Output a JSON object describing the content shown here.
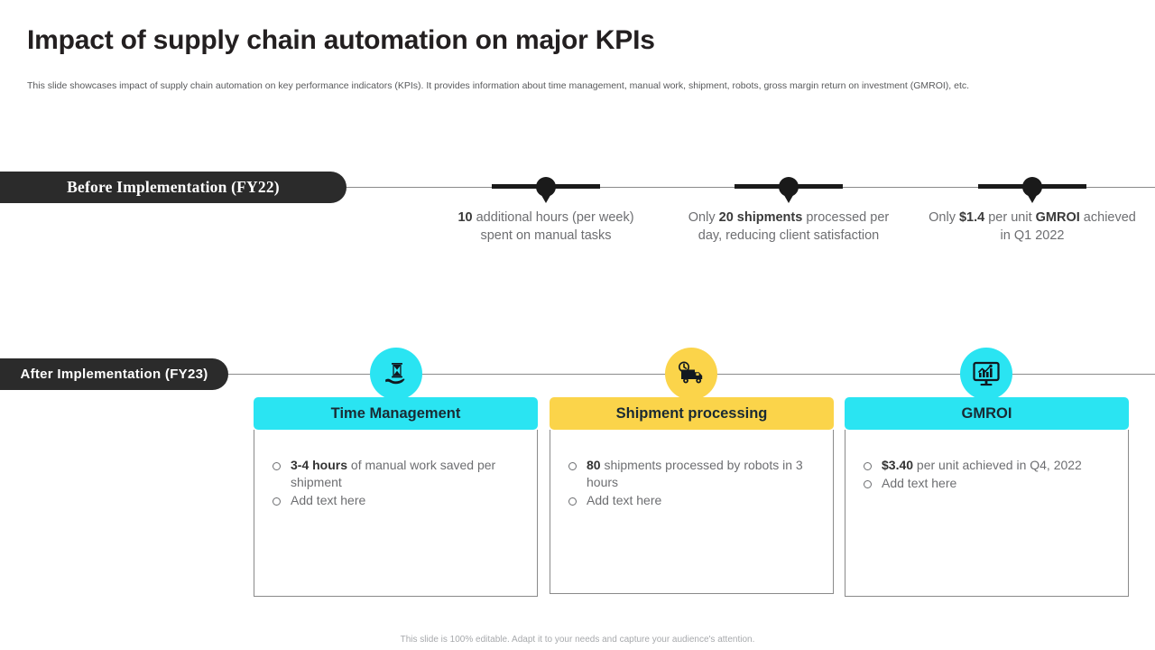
{
  "header": {
    "title": "Impact of supply chain automation on major KPIs",
    "subtitle": "This slide showcases impact of supply chain automation on key performance indicators (KPIs). It provides information about time management, manual work, shipment, robots, gross margin return on investment (GMROI),  etc."
  },
  "before": {
    "pill_label": "Before Implementation  (FY22)",
    "items": [
      {
        "lead": "10",
        "rest": " additional hours (per week) spent on manual tasks",
        "marker": "timeline-pin-marker"
      },
      {
        "lead": "Only ",
        "bold": "20 shipments",
        "rest": " processed per day, reducing client satisfaction",
        "marker": "timeline-pin-marker"
      },
      {
        "lead": "Only ",
        "bold": "$1.4",
        "mid": " per unit ",
        "bold2": "GMROI",
        "rest": " achieved in Q1 2022",
        "marker": "timeline-pin-marker"
      }
    ]
  },
  "after": {
    "pill_label": "After  Implementation  (FY23)",
    "cards": [
      {
        "title": "Time Management",
        "color": "#2ae4f2",
        "icon": "hourglass-on-hand-icon",
        "bullets": [
          {
            "bold": "3-4 hours",
            "rest": " of manual  work saved per shipment"
          },
          {
            "bold": "",
            "rest": "Add text here"
          }
        ]
      },
      {
        "title": "Shipment processing",
        "color": "#fbd44a",
        "icon": "delivery-truck-clock-icon",
        "bullets": [
          {
            "bold": "80",
            "rest": " shipments processed by robots in 3 hours"
          },
          {
            "bold": "",
            "rest": "Add text here"
          }
        ]
      },
      {
        "title": "GMROI",
        "color": "#2ae4f2",
        "icon": "monitor-chart-icon",
        "bullets": [
          {
            "bold": "$3.40",
            "rest": " per unit achieved in Q4, 2022"
          },
          {
            "bold": "",
            "rest": "Add text here"
          }
        ]
      }
    ]
  },
  "footer": {
    "note": "This slide is 100% editable.  Adapt it to your needs and capture your audience's attention."
  },
  "colors": {
    "cyan": "#2ae4f2",
    "yellow": "#fbd44a",
    "dark": "#2b2b2b",
    "body_text": "#6d6e71"
  }
}
